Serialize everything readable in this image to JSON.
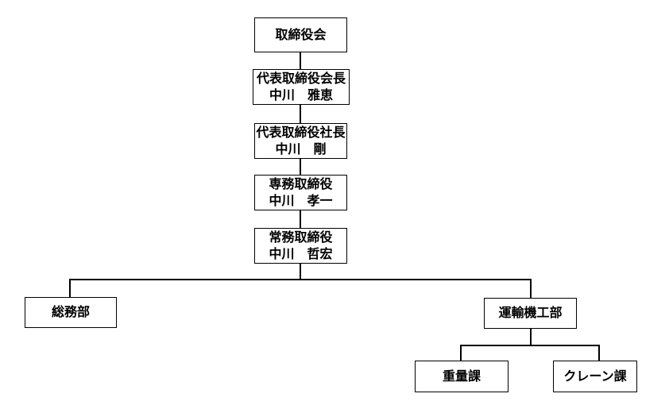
{
  "org": {
    "title": "organizational-chart",
    "nodes": {
      "board": {
        "title": "取締役会"
      },
      "chairman": {
        "title": "代表取締役会長",
        "name": "中川　雅恵"
      },
      "president": {
        "title": "代表取締役社長",
        "name": "中川　剛"
      },
      "senior_managing_director": {
        "title": "専務取締役",
        "name": "中川　孝一"
      },
      "managing_director": {
        "title": "常務取締役",
        "name": "中川　哲宏"
      },
      "general_affairs_dept": {
        "title": "総務部"
      },
      "transport_machinery_dept": {
        "title": "運輸機工部"
      },
      "heavy_weight_section": {
        "title": "重量課"
      },
      "crane_section": {
        "title": "クレーン課"
      }
    },
    "edges": [
      [
        "取締役会",
        "代表取締役会長"
      ],
      [
        "代表取締役会長",
        "代表取締役社長"
      ],
      [
        "代表取締役社長",
        "専務取締役"
      ],
      [
        "専務取締役",
        "常務取締役"
      ],
      [
        "常務取締役",
        "総務部"
      ],
      [
        "常務取締役",
        "運輸機工部"
      ],
      [
        "運輸機工部",
        "重量課"
      ],
      [
        "運輸機工部",
        "クレーン課"
      ]
    ],
    "colors": {
      "line": "#000000",
      "text": "#000000",
      "box_fill": "#ffffff",
      "background": "#ffffff"
    }
  }
}
